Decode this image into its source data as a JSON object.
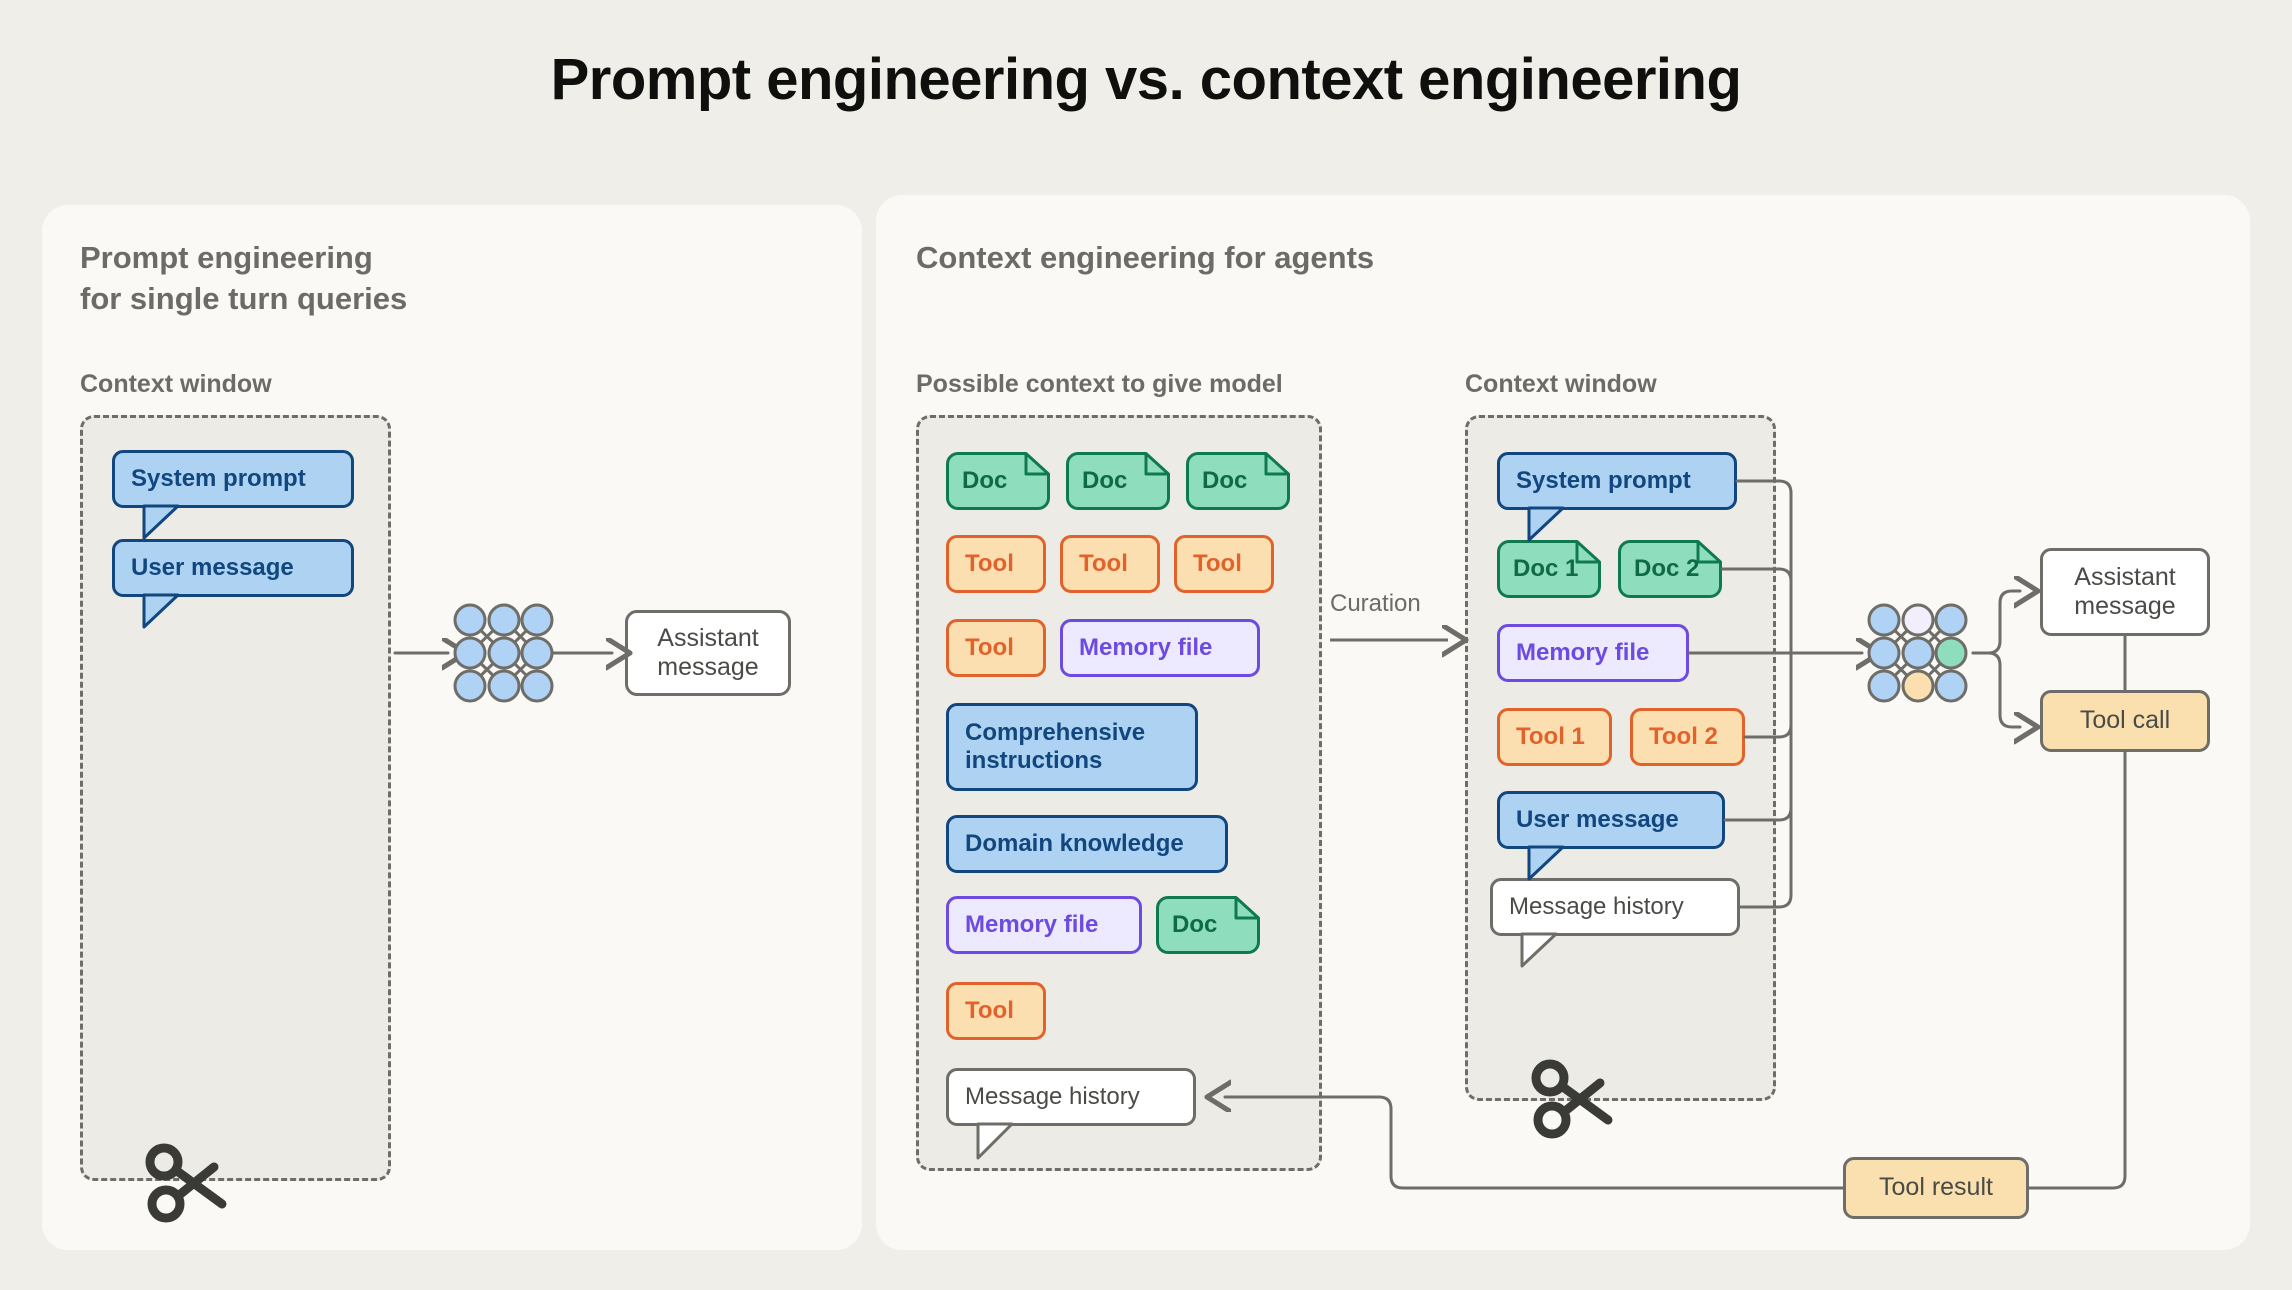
{
  "title": "Prompt engineering vs. context engineering",
  "left_panel": {
    "heading": "Prompt engineering\nfor single turn queries",
    "context_window_label": "Context window",
    "chips": [
      {
        "label": "System prompt",
        "kind": "blue-bubble"
      },
      {
        "label": "User message",
        "kind": "blue-bubble"
      }
    ],
    "model_icon": "neural-network-icon",
    "output": {
      "label": "Assistant\nmessage",
      "kind": "white-box"
    },
    "scissors_icon": "scissors-icon"
  },
  "right_panel": {
    "heading": "Context engineering for agents",
    "possible_context_label": "Possible context to give model",
    "context_window_label": "Context window",
    "curation_label": "Curation",
    "possible_context_chips": [
      {
        "label": "Doc",
        "kind": "doc"
      },
      {
        "label": "Doc",
        "kind": "doc"
      },
      {
        "label": "Doc",
        "kind": "doc"
      },
      {
        "label": "Tool",
        "kind": "tool"
      },
      {
        "label": "Tool",
        "kind": "tool"
      },
      {
        "label": "Tool",
        "kind": "tool"
      },
      {
        "label": "Tool",
        "kind": "tool"
      },
      {
        "label": "Memory file",
        "kind": "memory"
      },
      {
        "label": "Comprehensive\ninstructions",
        "kind": "blue"
      },
      {
        "label": "Domain knowledge",
        "kind": "blue"
      },
      {
        "label": "Memory file",
        "kind": "memory"
      },
      {
        "label": "Doc",
        "kind": "doc"
      },
      {
        "label": "Tool",
        "kind": "tool"
      },
      {
        "label": "Message history",
        "kind": "white-bubble"
      }
    ],
    "context_window_chips": [
      {
        "label": "System prompt",
        "kind": "blue-bubble"
      },
      {
        "label": "Doc 1",
        "kind": "doc"
      },
      {
        "label": "Doc 2",
        "kind": "doc"
      },
      {
        "label": "Memory file",
        "kind": "memory"
      },
      {
        "label": "Tool 1",
        "kind": "tool"
      },
      {
        "label": "Tool 2",
        "kind": "tool"
      },
      {
        "label": "User message",
        "kind": "blue-bubble"
      },
      {
        "label": "Message history",
        "kind": "white-bubble"
      }
    ],
    "model_icon": "neural-network-icon",
    "outputs": [
      {
        "label": "Assistant\nmessage",
        "kind": "white-box"
      },
      {
        "label": "Tool call",
        "kind": "tool-call"
      }
    ],
    "feedback": {
      "label": "Tool result",
      "kind": "tool-result"
    },
    "scissors_icon": "scissors-icon"
  },
  "colors": {
    "page_background": "#F0EEE9",
    "panel_background": "#FAF9F6",
    "context_window_background": "#EDEBE5",
    "blue_fill": "#AED3F2",
    "blue_stroke": "#11467F",
    "green_fill": "#8EDDBC",
    "green_stroke": "#0F7A52",
    "orange_fill": "#FCDFB0",
    "orange_stroke": "#E2622B",
    "purple_fill": "#EDE9FE",
    "purple_stroke": "#6D4AE0",
    "gray_stroke": "#6E6D67",
    "heading_text": "#6C6B66",
    "title_text": "#0F0F0E"
  }
}
